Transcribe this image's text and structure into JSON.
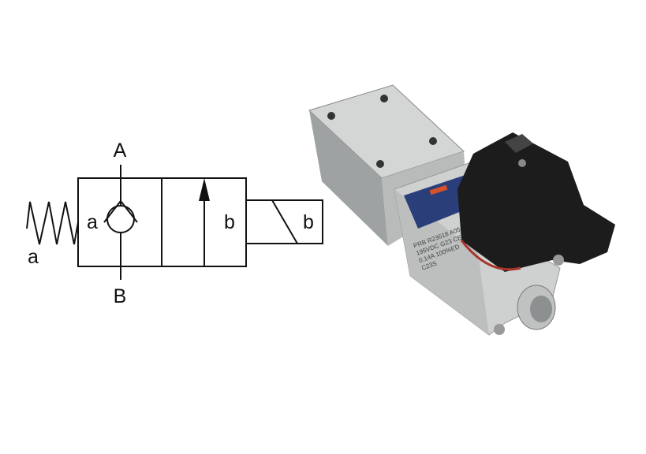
{
  "symbol": {
    "port_top": "A",
    "port_bottom": "B",
    "position_a_label": "a",
    "spring_label": "a",
    "position_b_label": "b",
    "solenoid_label": "b"
  },
  "photo": {
    "label_lines": [
      "PRB  R23618  A05",
      "195VDC  G23  CE",
      "0.14A  100%ED",
      "C23S"
    ],
    "colors": {
      "body": "#c9cccb",
      "connector": "#1c1c1c",
      "nameplate": "#2a3f7a",
      "accent": "#d5532a"
    }
  }
}
